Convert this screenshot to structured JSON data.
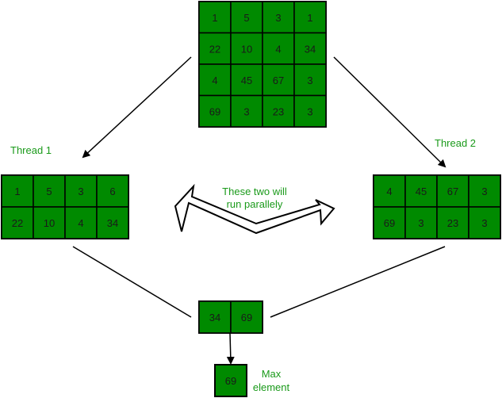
{
  "input_matrix": {
    "rows": [
      [
        "1",
        "5",
        "3",
        "1"
      ],
      [
        "22",
        "10",
        "4",
        "34"
      ],
      [
        "4",
        "45",
        "67",
        "3"
      ],
      [
        "69",
        "3",
        "23",
        "3"
      ]
    ]
  },
  "thread1": {
    "label": "Thread 1",
    "rows": [
      [
        "1",
        "5",
        "3",
        "6"
      ],
      [
        "22",
        "10",
        "4",
        "34"
      ]
    ]
  },
  "thread2": {
    "label": "Thread 2",
    "rows": [
      [
        "4",
        "45",
        "67",
        "3"
      ],
      [
        "69",
        "3",
        "23",
        "3"
      ]
    ]
  },
  "parallel_note": {
    "line1": "These two will",
    "line2": "run parallely"
  },
  "partial_max": {
    "values": [
      "34",
      "69"
    ]
  },
  "result": {
    "value": "69",
    "label_line1": "Max",
    "label_line2": "element"
  }
}
